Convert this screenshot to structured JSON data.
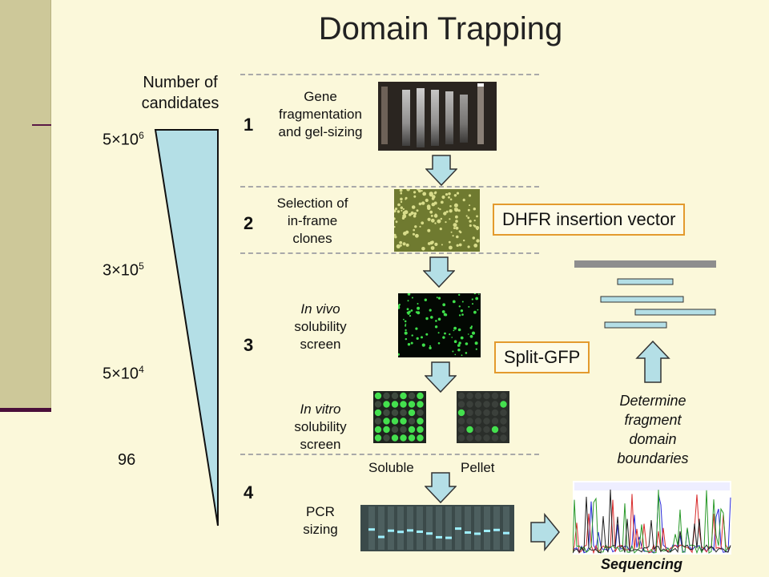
{
  "title": "Domain Trapping",
  "candidates_header": "Number of candidates",
  "counts": [
    {
      "base": "5×10",
      "exp": "6"
    },
    {
      "base": "3×10",
      "exp": "5"
    },
    {
      "base": "5×10",
      "exp": "4"
    },
    {
      "base": "96",
      "exp": ""
    }
  ],
  "steps": [
    {
      "num": "1",
      "label_lines": [
        "Gene",
        "fragmentation",
        "and gel-sizing"
      ]
    },
    {
      "num": "2",
      "label_lines": [
        "Selection of",
        "in-frame",
        "clones"
      ]
    },
    {
      "num": "3",
      "label_lines": [
        "In vivo",
        "solubility",
        "screen"
      ]
    },
    {
      "num": "4",
      "label_lines": [
        "PCR",
        "sizing"
      ]
    }
  ],
  "in_vitro_lines": [
    "In vitro",
    "solubility",
    "screen"
  ],
  "sublabels": {
    "soluble": "Soluble",
    "pellet": "Pellet"
  },
  "boxes": {
    "dhfr": "DHFR insertion vector",
    "split_gfp": "Split-GFP"
  },
  "right_text_lines": [
    "Determine",
    "fragment",
    "domain",
    "boundaries"
  ],
  "sequencing_label": "Sequencing",
  "colors": {
    "wedge": "#b4dfe6",
    "arrow": "#b4dfe6",
    "box_border": "#e39a2d",
    "sidebar": "#cdc899"
  }
}
